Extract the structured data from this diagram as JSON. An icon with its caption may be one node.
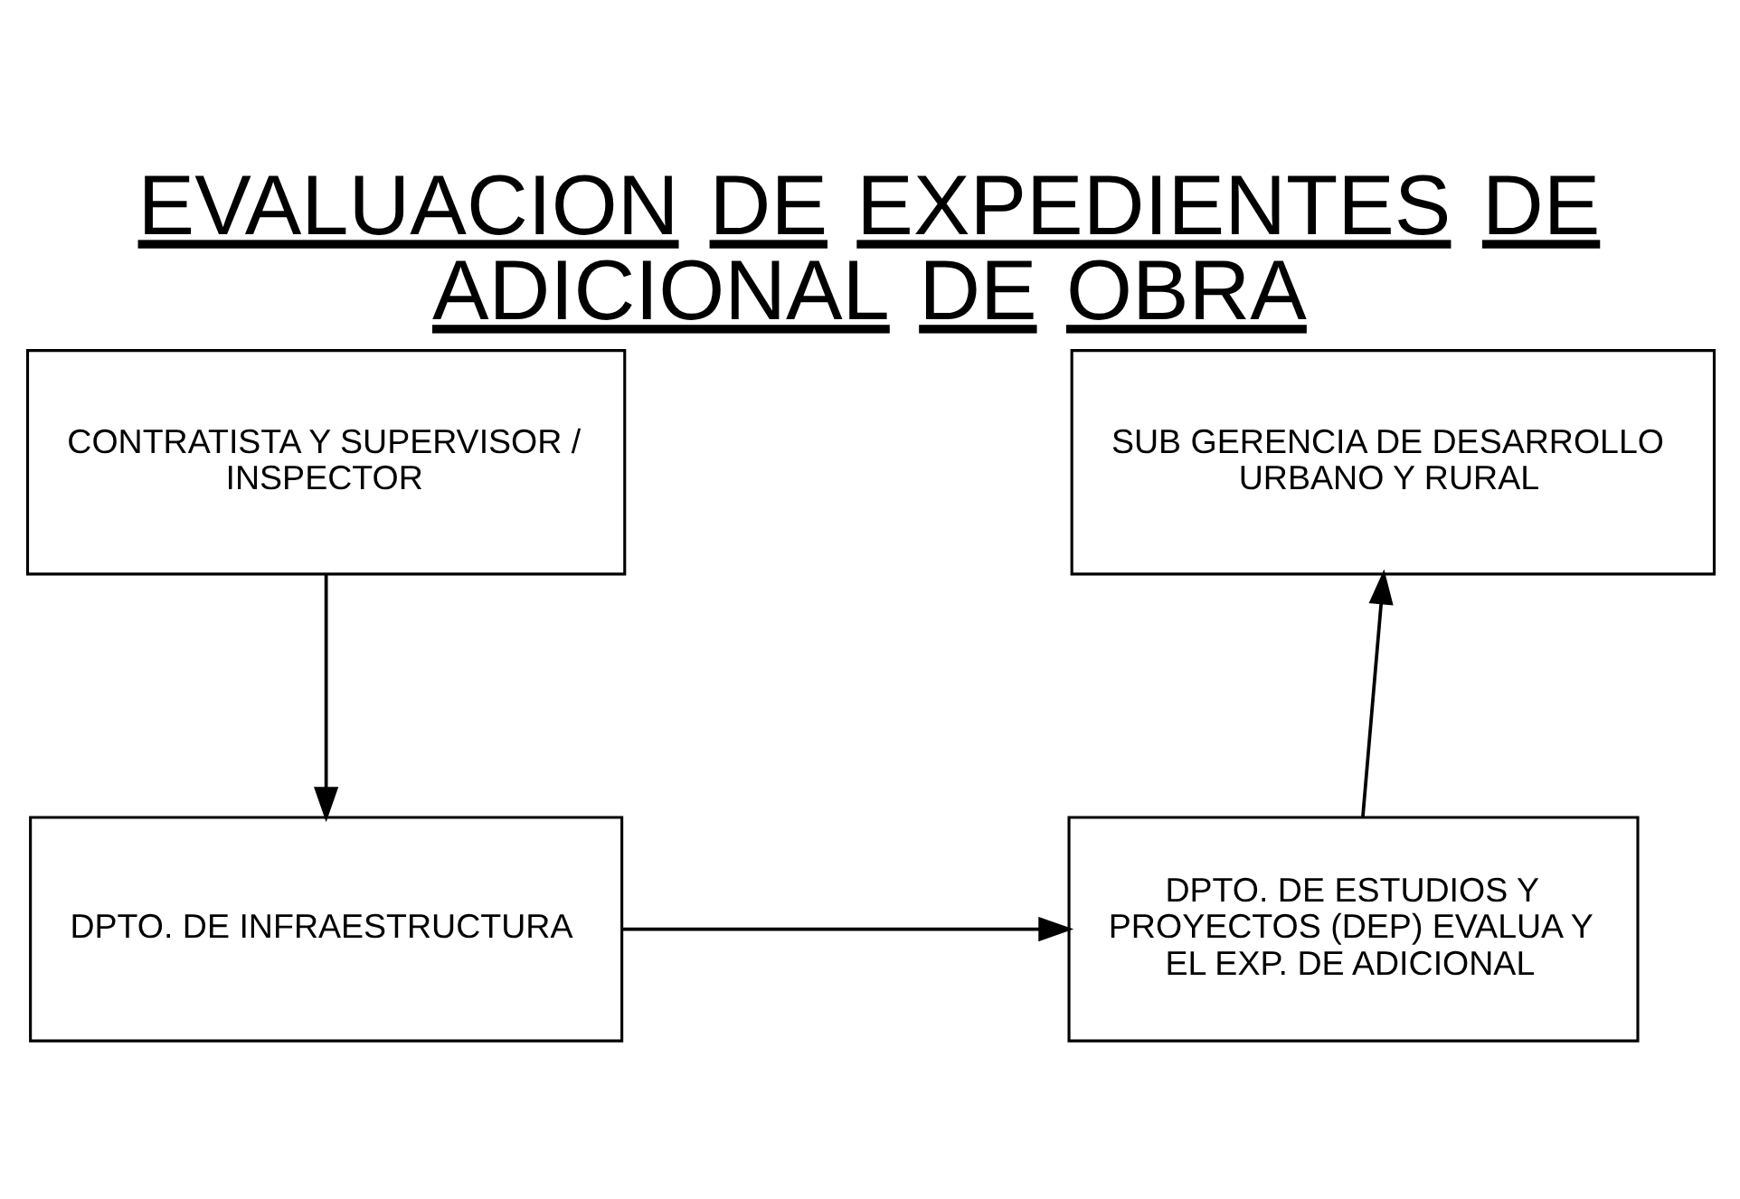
{
  "diagram": {
    "title": "EVALUACION DE EXPEDIENTES DE ADICIONAL DE OBRA",
    "nodes": [
      {
        "text": [
          "CONTRATISTA Y SUPERVISOR / INSPECTOR"
        ]
      },
      {
        "text": [
          "SUB GERENCIA DE DESARROLLO URBANO Y RURAL"
        ]
      },
      {
        "text": [
          "DPTO. DE INFRAESTRUCTURA"
        ]
      },
      {
        "text": [
          "DPTO. DE ESTUDIOS Y PROYECTOS (DEP) EVALUA Y EL EXP. DE ADICIONAL"
        ]
      }
    ],
    "edges": [
      {
        "from": 0,
        "to": 2,
        "arrow": "to"
      },
      {
        "from": 2,
        "to": 3,
        "arrow": "to"
      },
      {
        "from": 3,
        "to": 1,
        "arrow": "to"
      }
    ]
  }
}
